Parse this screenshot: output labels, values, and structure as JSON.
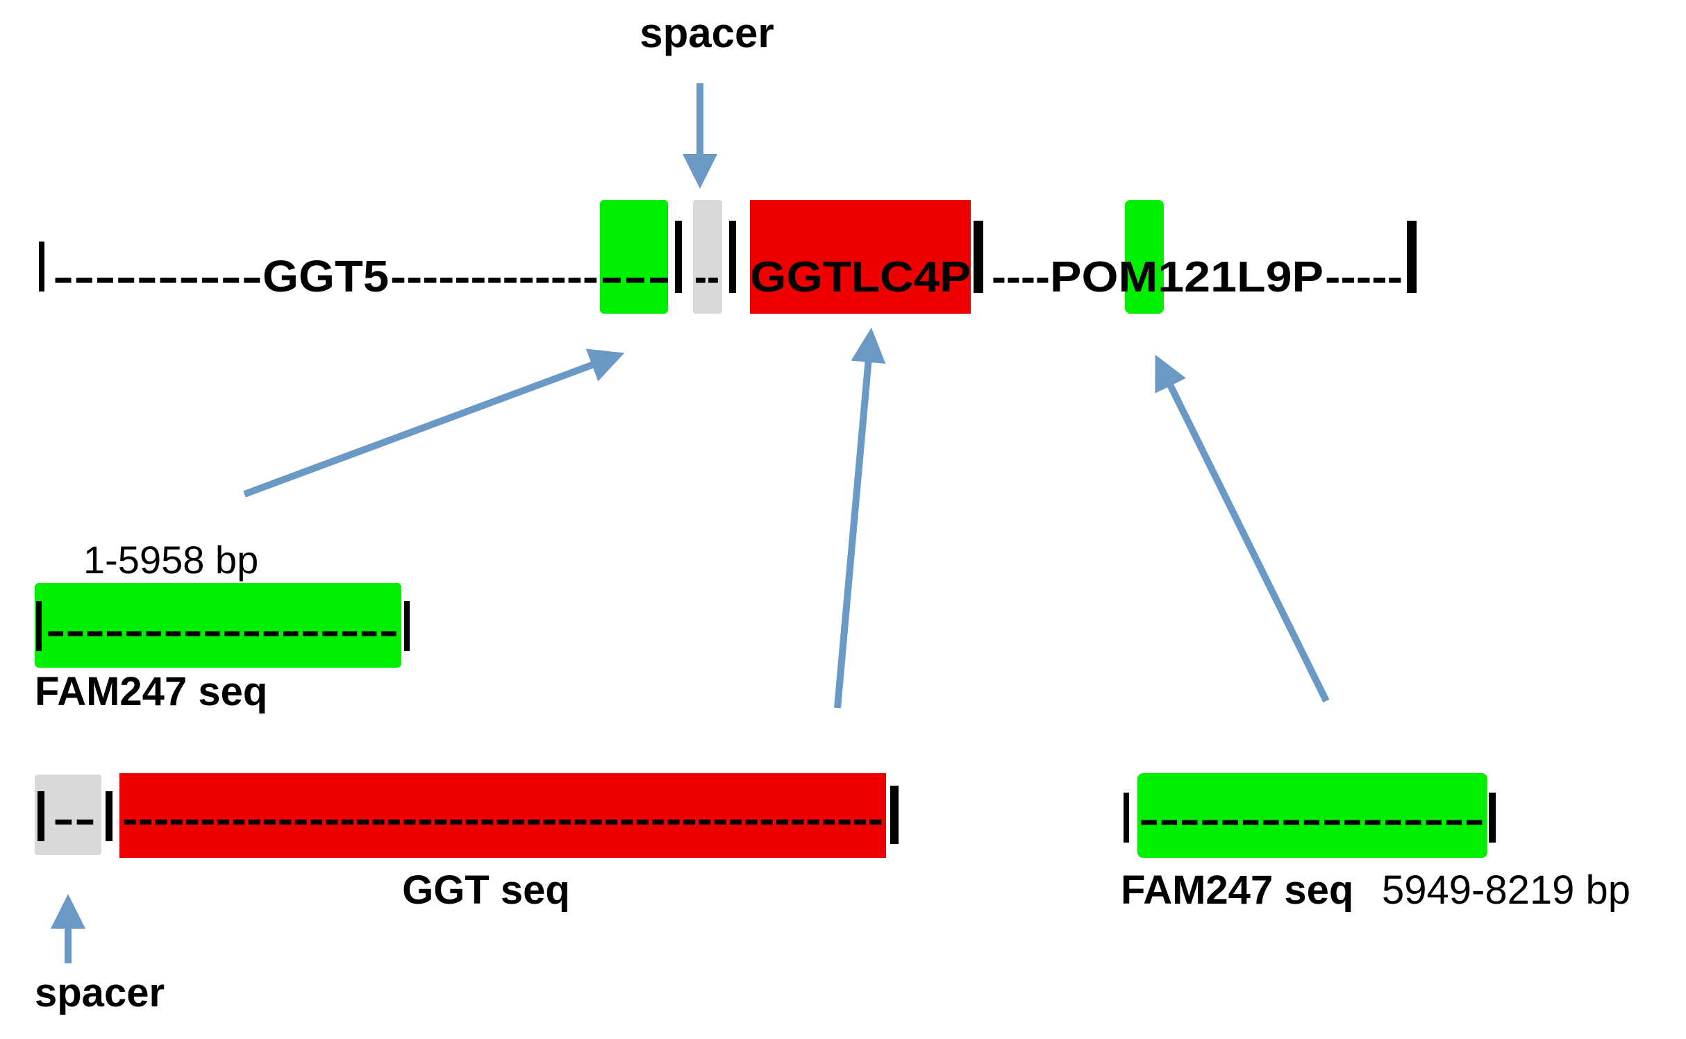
{
  "colors": {
    "green": "#00ee00",
    "red": "#ee0000",
    "gray": "#d9d9d9",
    "arrow": "#6a99c6",
    "ink": "#000000"
  },
  "top_track": {
    "spacer_label": "spacer",
    "left_dashes": "----------",
    "gene1": "GGT5",
    "middle_dashes": "-------------",
    "green_dashes": "---",
    "spacer_dashes": "--",
    "gene2": "GGTLC4P",
    "pre_gene3_dashes": "----",
    "gene3": "POM121L9P",
    "post_gene3_dashes": "-----"
  },
  "fam247_left": {
    "range": "1-5958 bp",
    "dashes": "------------------",
    "name": "FAM247 seq"
  },
  "ggt_block": {
    "spacer_dashes": "--",
    "dashes": "-------------------------------------------------",
    "name": "GGT seq",
    "spacer_label": "spacer"
  },
  "fam247_right": {
    "dashes": "-----------------",
    "name": "FAM247 seq",
    "range": "5949-8219 bp"
  }
}
